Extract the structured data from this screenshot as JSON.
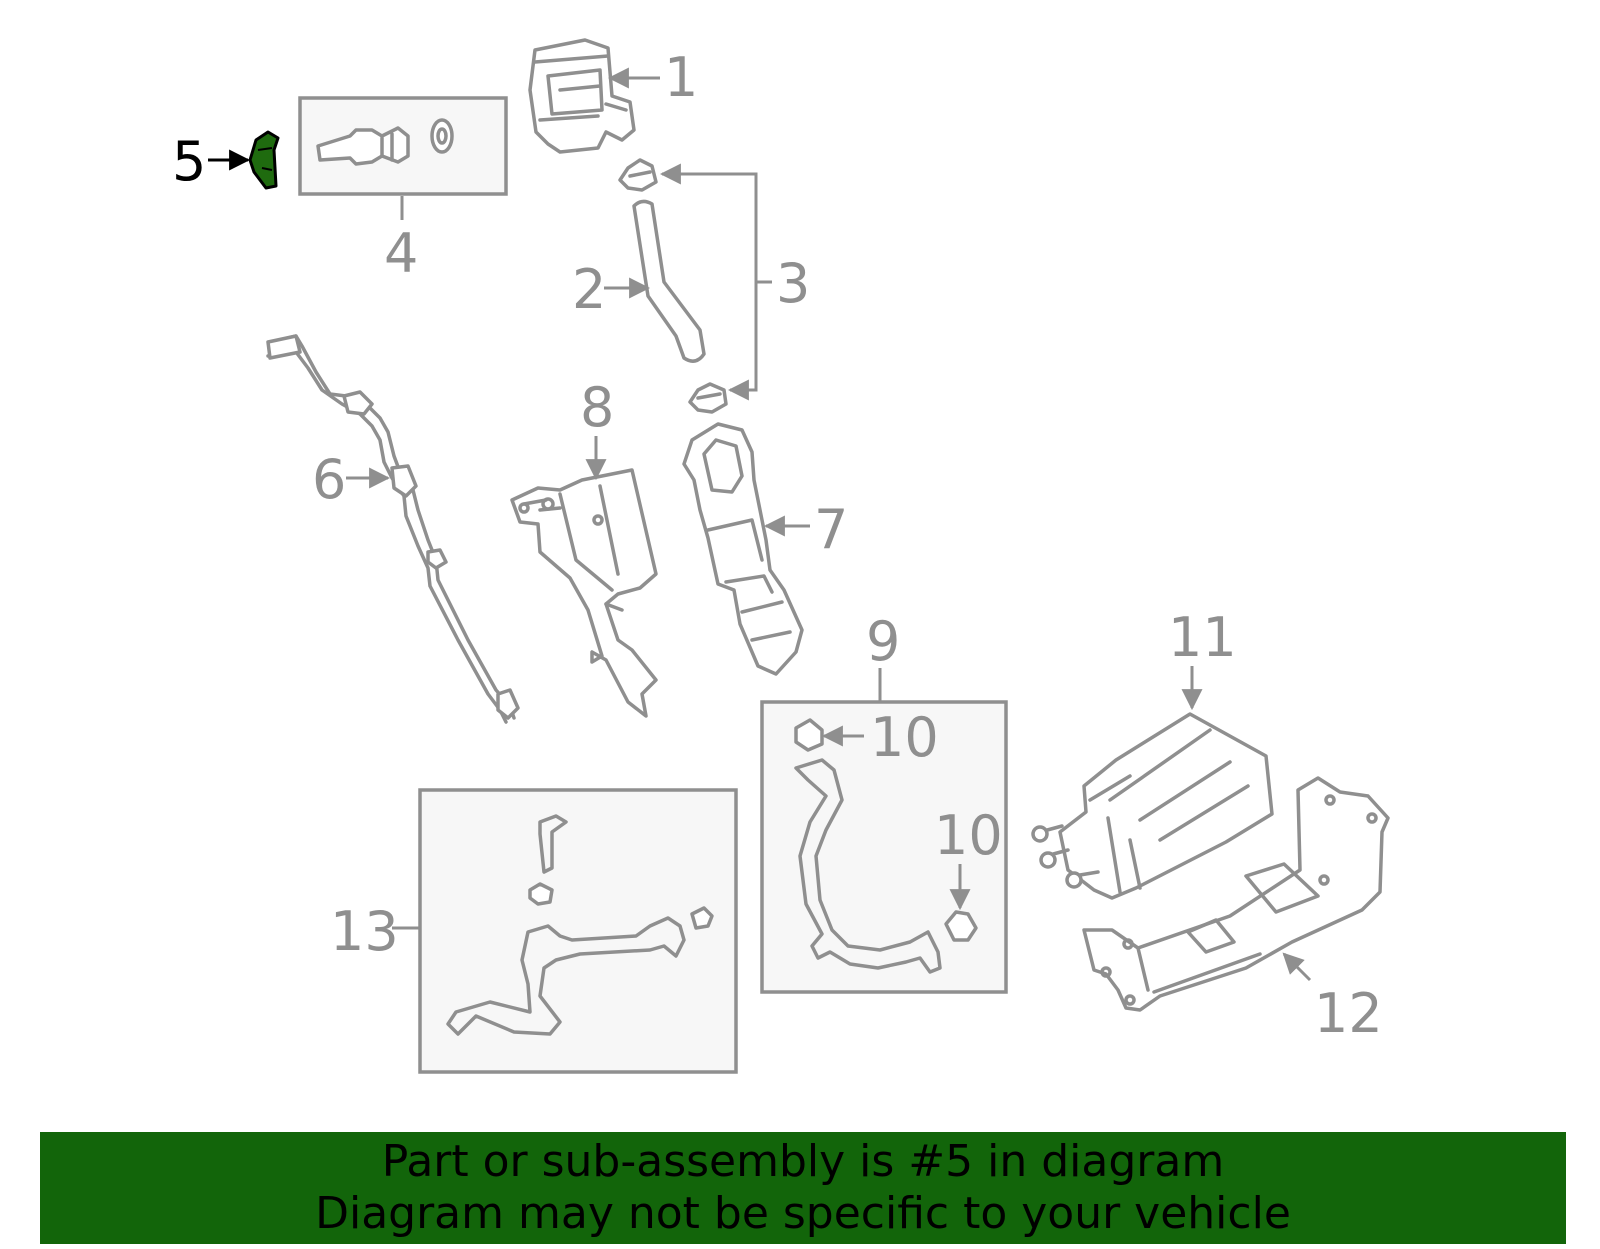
{
  "colors": {
    "highlight": "#1f6b0f",
    "line": "#8f8f8f",
    "banner_bg": "#12650a",
    "box_bg": "#f7f7f7"
  },
  "callouts": {
    "c1": "1",
    "c2": "2",
    "c3": "3",
    "c4": "4",
    "c5": "5",
    "c6": "6",
    "c7": "7",
    "c8": "8",
    "c9": "9",
    "c10a": "10",
    "c10b": "10",
    "c11": "11",
    "c12": "12",
    "c13": "13"
  },
  "banner": {
    "line1": "Part or sub-assembly is #5 in diagram",
    "line2": "Diagram may not be specific to your vehicle"
  }
}
